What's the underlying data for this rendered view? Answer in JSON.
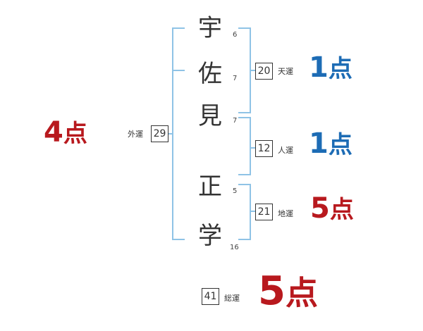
{
  "name_chars": [
    {
      "char": "宇",
      "strokes": "6"
    },
    {
      "char": "佐",
      "strokes": "7"
    },
    {
      "char": "見",
      "strokes": "7"
    },
    {
      "char": "正",
      "strokes": "5"
    },
    {
      "char": "学",
      "strokes": "16"
    }
  ],
  "fortunes": {
    "gaiun": {
      "label": "外運",
      "value": "29",
      "score": "4",
      "unit": "点",
      "color": "#b8191e"
    },
    "tenun": {
      "label": "天運",
      "value": "20",
      "score": "1",
      "unit": "点",
      "color": "#1d6cb5"
    },
    "jinun": {
      "label": "人運",
      "value": "12",
      "score": "1",
      "unit": "点",
      "color": "#1d6cb5"
    },
    "chiun": {
      "label": "地運",
      "value": "21",
      "score": "5",
      "unit": "点",
      "color": "#b8191e"
    },
    "souun": {
      "label": "総運",
      "value": "41",
      "score": "5",
      "unit": "点",
      "color": "#b8191e"
    }
  },
  "colors": {
    "bracket": "#8fc3e6",
    "good": "#1d6cb5",
    "bad": "#b8191e"
  }
}
